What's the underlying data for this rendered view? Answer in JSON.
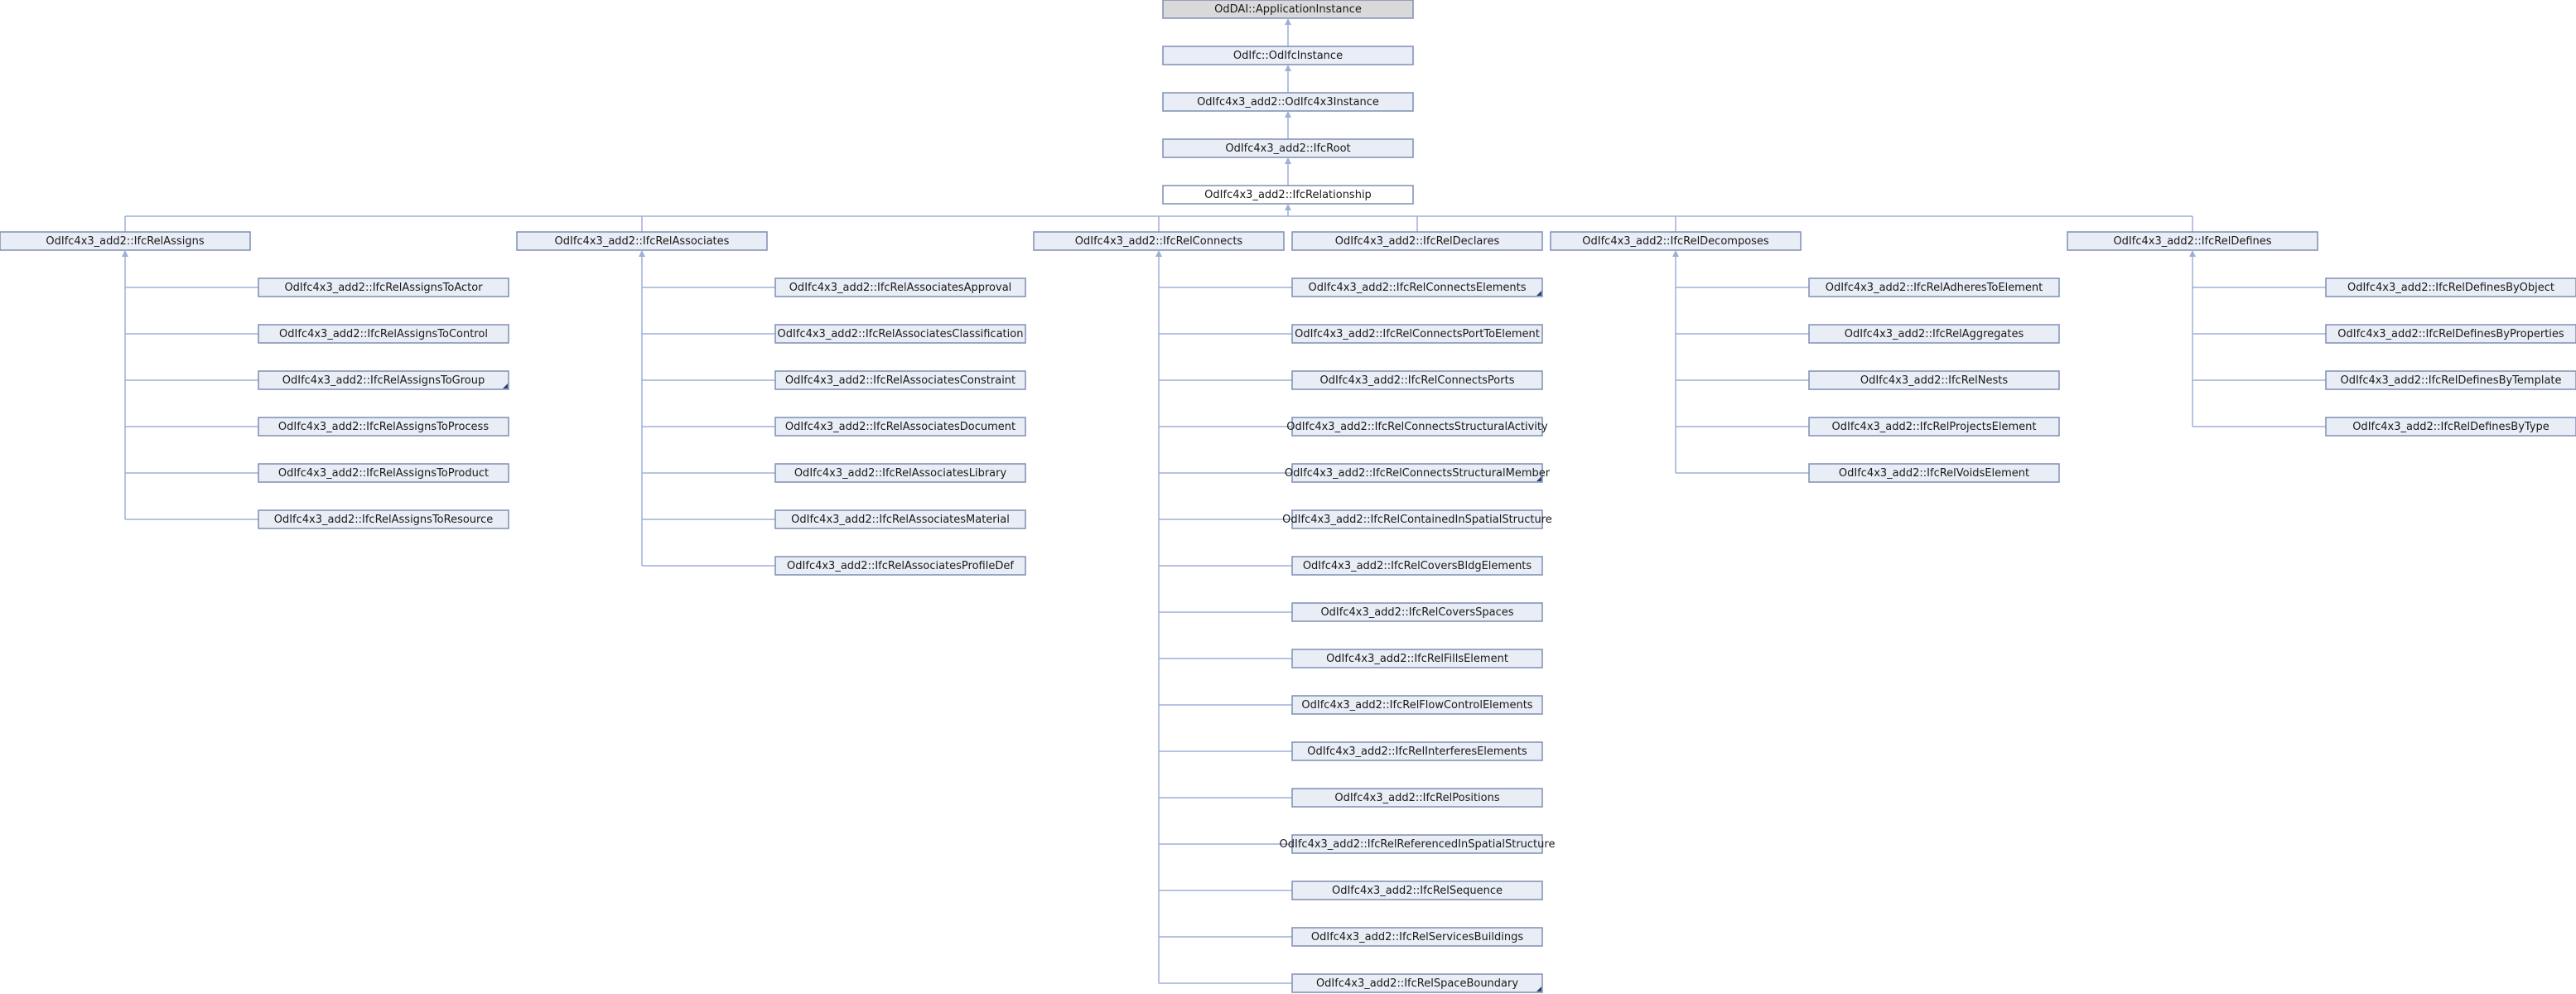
{
  "diagram": {
    "colors": {
      "node_fill": "#e8edf6",
      "node_stroke": "#7f8eb4",
      "root_fill": "#d9d9d9",
      "root_stroke": "#333333",
      "highlight_fill": "#ffffff",
      "highlight_stroke": "#222222",
      "edge": "#9eb0d8"
    },
    "chain": [
      "OdDAI::ApplicationInstance",
      "OdIfc::OdIfcInstance",
      "OdIfc4x3_add2::OdIfc4x3Instance",
      "OdIfc4x3_add2::IfcRoot",
      "OdIfc4x3_add2::IfcRelationship"
    ],
    "groups": [
      {
        "name": "OdIfc4x3_add2::IfcRelAssigns",
        "children": [
          {
            "name": "OdIfc4x3_add2::IfcRelAssignsToActor"
          },
          {
            "name": "OdIfc4x3_add2::IfcRelAssignsToControl"
          },
          {
            "name": "OdIfc4x3_add2::IfcRelAssignsToGroup",
            "more": true
          },
          {
            "name": "OdIfc4x3_add2::IfcRelAssignsToProcess"
          },
          {
            "name": "OdIfc4x3_add2::IfcRelAssignsToProduct"
          },
          {
            "name": "OdIfc4x3_add2::IfcRelAssignsToResource"
          }
        ]
      },
      {
        "name": "OdIfc4x3_add2::IfcRelAssociates",
        "children": [
          {
            "name": "OdIfc4x3_add2::IfcRelAssociatesApproval"
          },
          {
            "name": "OdIfc4x3_add2::IfcRelAssociatesClassification"
          },
          {
            "name": "OdIfc4x3_add2::IfcRelAssociatesConstraint"
          },
          {
            "name": "OdIfc4x3_add2::IfcRelAssociatesDocument"
          },
          {
            "name": "OdIfc4x3_add2::IfcRelAssociatesLibrary"
          },
          {
            "name": "OdIfc4x3_add2::IfcRelAssociatesMaterial"
          },
          {
            "name": "OdIfc4x3_add2::IfcRelAssociatesProfileDef"
          }
        ]
      },
      {
        "name": "OdIfc4x3_add2::IfcRelConnects",
        "children": [
          {
            "name": "OdIfc4x3_add2::IfcRelConnectsElements",
            "more": true
          },
          {
            "name": "OdIfc4x3_add2::IfcRelConnectsPortToElement"
          },
          {
            "name": "OdIfc4x3_add2::IfcRelConnectsPorts"
          },
          {
            "name": "OdIfc4x3_add2::IfcRelConnectsStructuralActivity"
          },
          {
            "name": "OdIfc4x3_add2::IfcRelConnectsStructuralMember",
            "more": true
          },
          {
            "name": "OdIfc4x3_add2::IfcRelContainedInSpatialStructure"
          },
          {
            "name": "OdIfc4x3_add2::IfcRelCoversBldgElements"
          },
          {
            "name": "OdIfc4x3_add2::IfcRelCoversSpaces"
          },
          {
            "name": "OdIfc4x3_add2::IfcRelFillsElement"
          },
          {
            "name": "OdIfc4x3_add2::IfcRelFlowControlElements"
          },
          {
            "name": "OdIfc4x3_add2::IfcRelInterferesElements"
          },
          {
            "name": "OdIfc4x3_add2::IfcRelPositions"
          },
          {
            "name": "OdIfc4x3_add2::IfcRelReferencedInSpatialStructure"
          },
          {
            "name": "OdIfc4x3_add2::IfcRelSequence"
          },
          {
            "name": "OdIfc4x3_add2::IfcRelServicesBuildings"
          },
          {
            "name": "OdIfc4x3_add2::IfcRelSpaceBoundary",
            "more": true
          }
        ]
      },
      {
        "name": "OdIfc4x3_add2::IfcRelDeclares",
        "children": []
      },
      {
        "name": "OdIfc4x3_add2::IfcRelDecomposes",
        "children": [
          {
            "name": "OdIfc4x3_add2::IfcRelAdheresToElement"
          },
          {
            "name": "OdIfc4x3_add2::IfcRelAggregates"
          },
          {
            "name": "OdIfc4x3_add2::IfcRelNests"
          },
          {
            "name": "OdIfc4x3_add2::IfcRelProjectsElement"
          },
          {
            "name": "OdIfc4x3_add2::IfcRelVoidsElement"
          }
        ]
      },
      {
        "name": "OdIfc4x3_add2::IfcRelDefines",
        "children": [
          {
            "name": "OdIfc4x3_add2::IfcRelDefinesByObject"
          },
          {
            "name": "OdIfc4x3_add2::IfcRelDefinesByProperties"
          },
          {
            "name": "OdIfc4x3_add2::IfcRelDefinesByTemplate"
          },
          {
            "name": "OdIfc4x3_add2::IfcRelDefinesByType"
          }
        ]
      }
    ]
  }
}
